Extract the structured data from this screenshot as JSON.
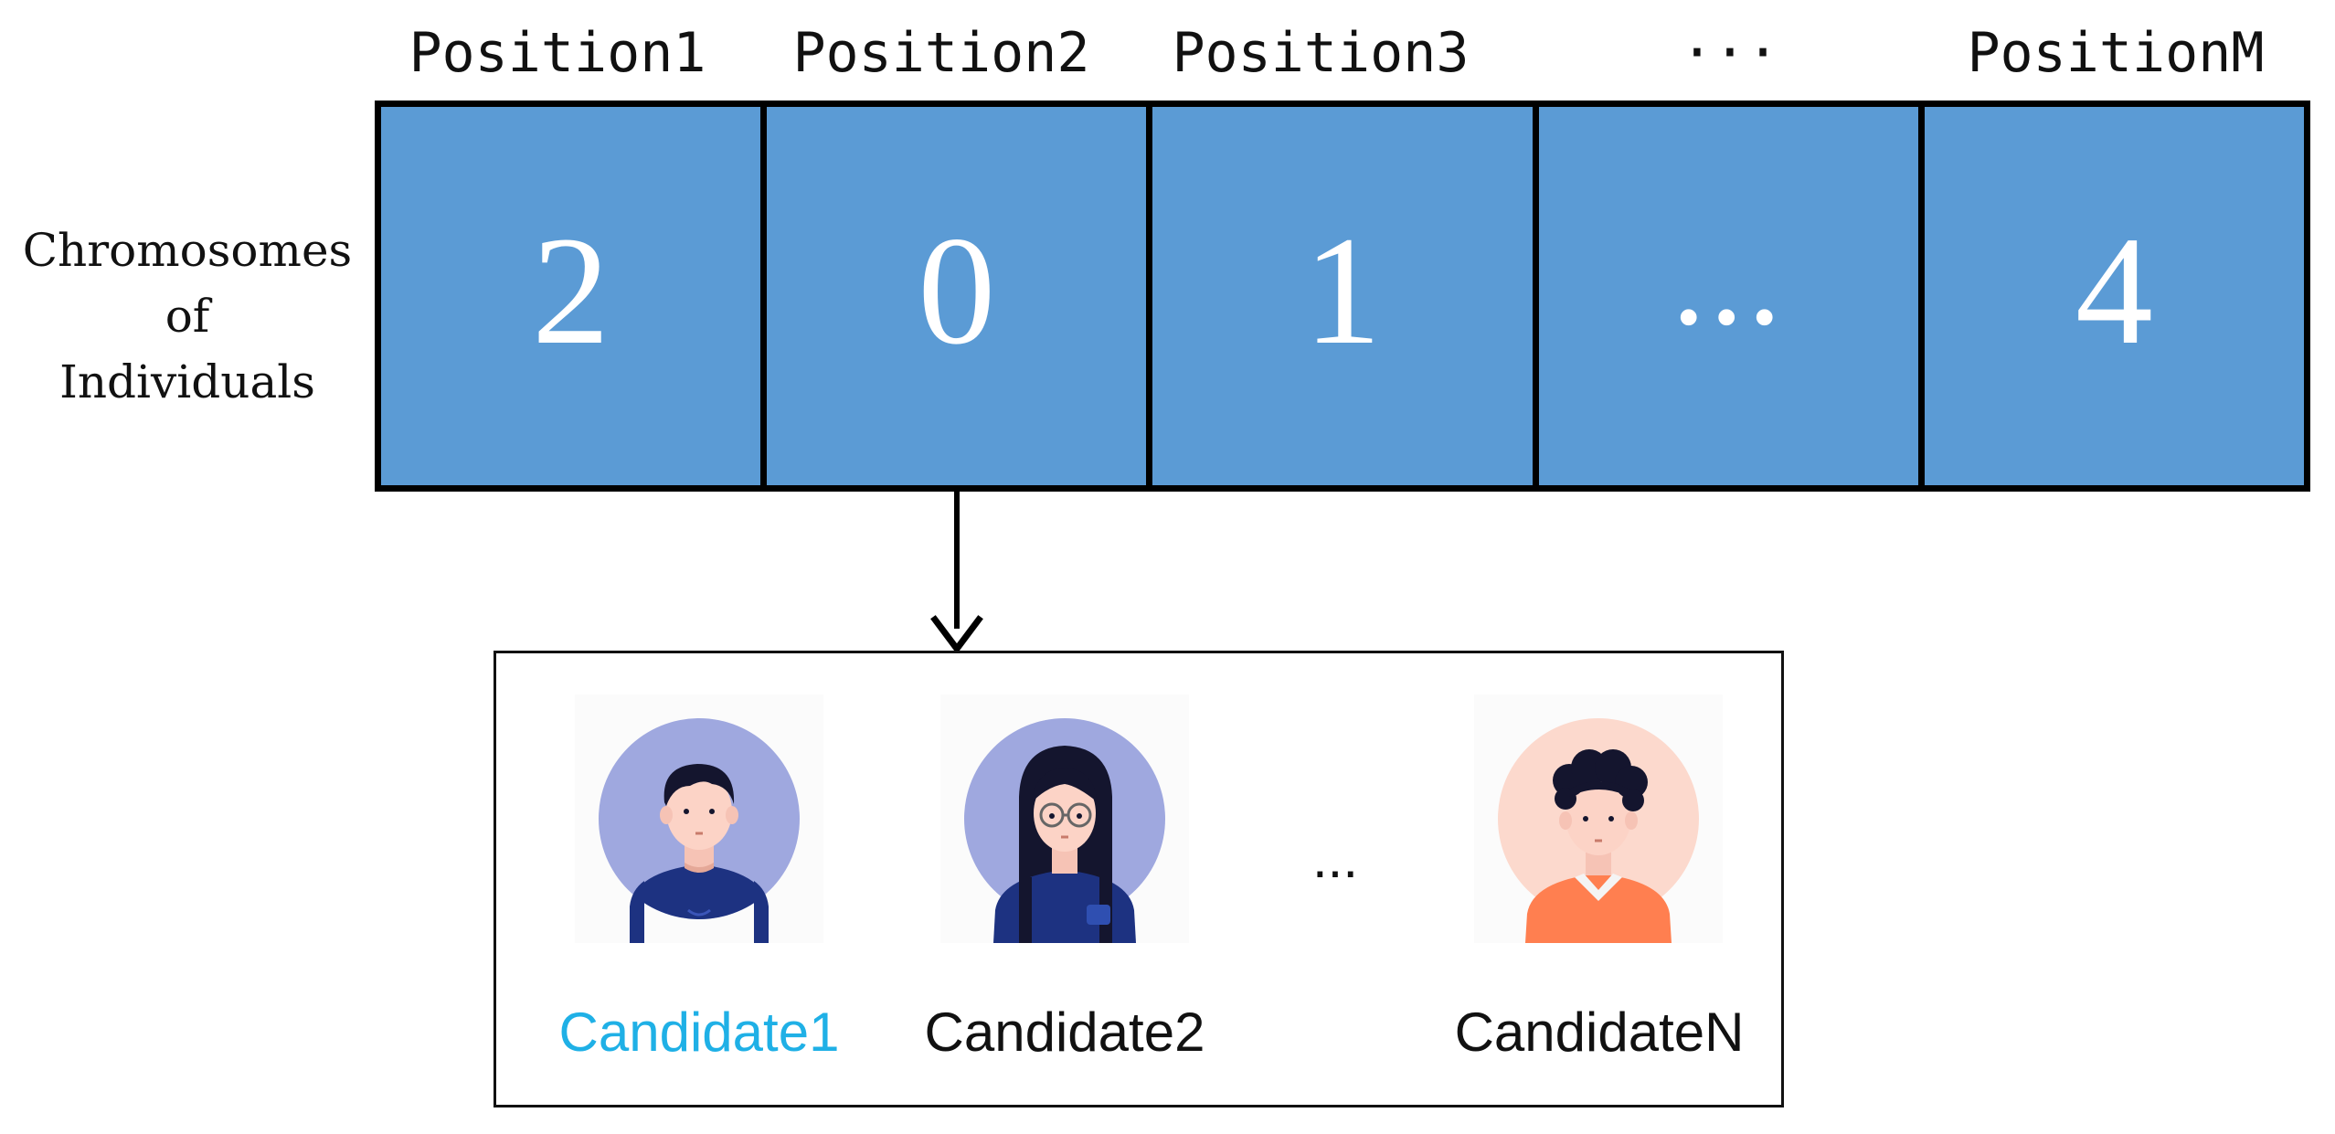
{
  "positions": [
    "Position1",
    "Position2",
    "Position3",
    "···",
    "PositionM"
  ],
  "row_label": [
    "Chromosomes",
    "of",
    "Individuals"
  ],
  "genes": [
    "2",
    "0",
    "1",
    "...",
    "4"
  ],
  "candidates": [
    {
      "label": "Candidate1",
      "color": "#1fb0e6",
      "avatar": "male-avatar-icon"
    },
    {
      "label": "Candidate2",
      "color": "#111111",
      "avatar": "female-avatar-icon"
    },
    {
      "label": "CandidateN",
      "color": "#111111",
      "avatar": "curly-hair-avatar-icon"
    }
  ],
  "candidate_ellipsis": "...",
  "colors": {
    "cell_fill": "#5b9bd5",
    "avatar_bg_blue": "#9fa8df",
    "avatar_bg_peach": "#fcd9cd",
    "shirt_navy": "#1d3281",
    "shirt_orange": "#ff7f50"
  }
}
